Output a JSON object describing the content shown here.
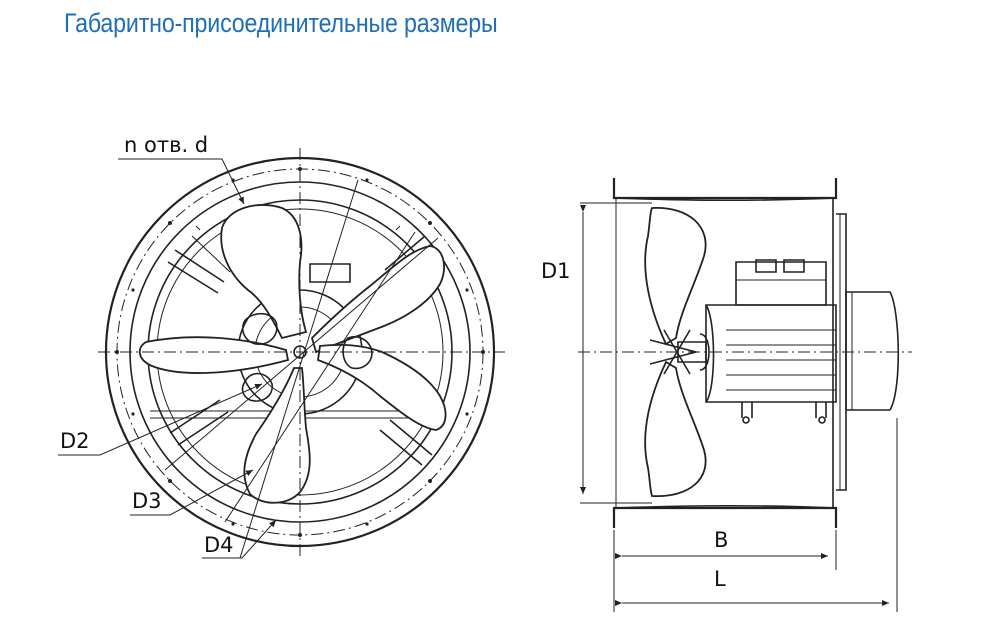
{
  "title": "Габаритно-присоединительные размеры",
  "labels": {
    "holes": "n отв. d",
    "d1": "D1",
    "d2": "D2",
    "d3": "D3",
    "d4": "D4",
    "b": "B",
    "l": "L"
  },
  "colors": {
    "title": "#1f6fb6",
    "lines": "#222222"
  }
}
